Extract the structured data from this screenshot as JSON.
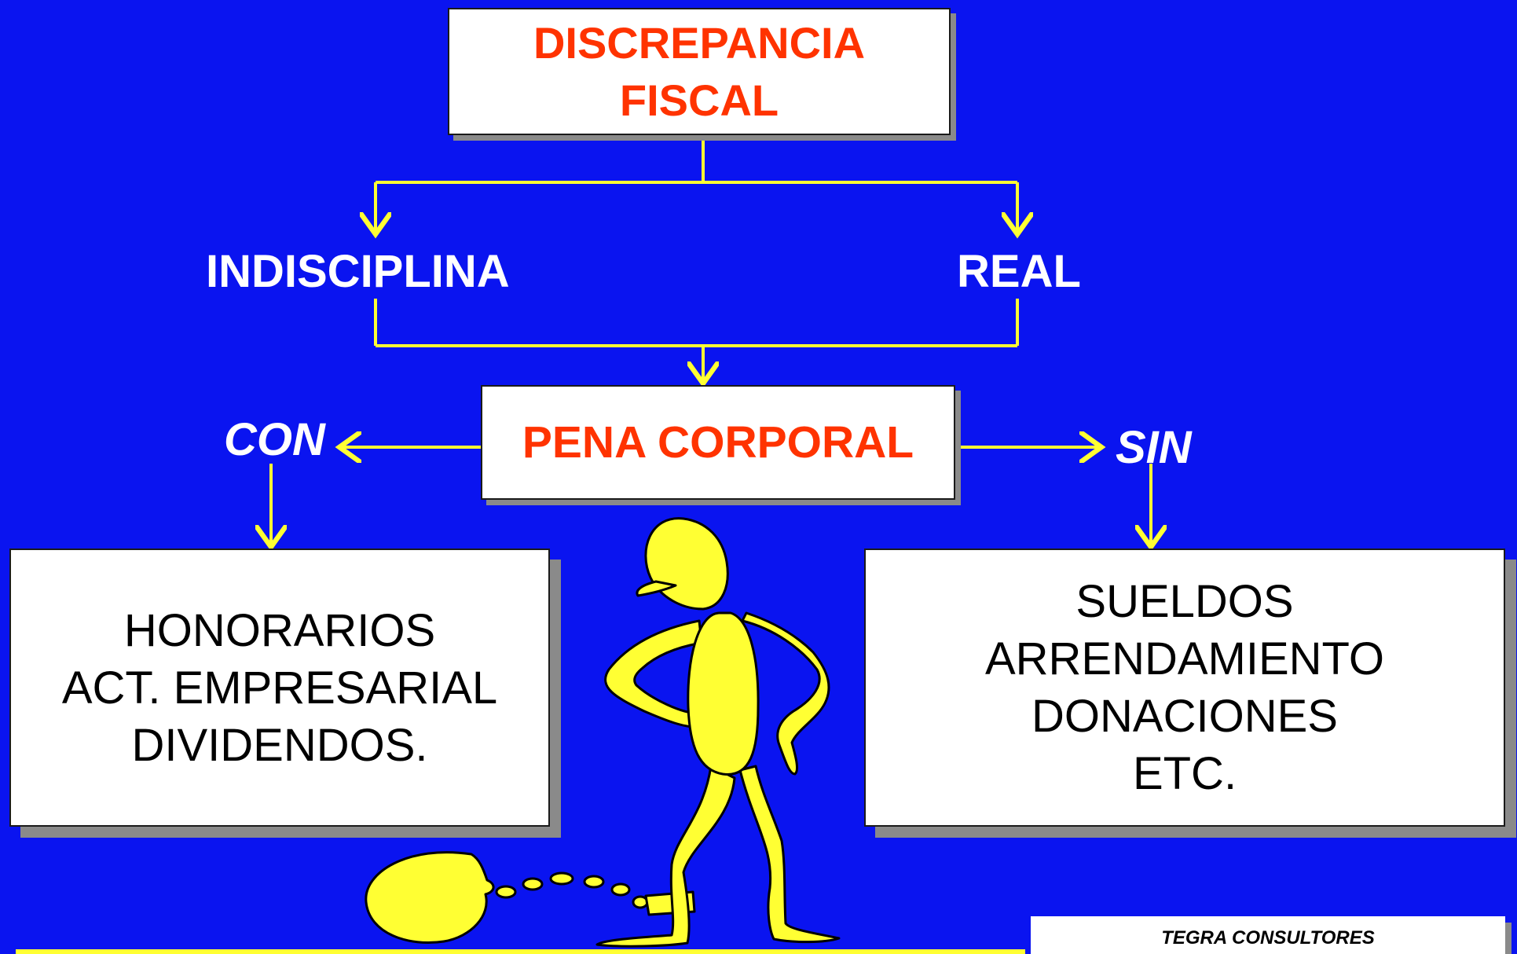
{
  "diagram": {
    "top_box": {
      "line1": "DISCREPANCIA",
      "line2": "FISCAL"
    },
    "branch_left": "INDISCIPLINA",
    "branch_right": "REAL",
    "center_box": "PENA CORPORAL",
    "label_con": "CON",
    "label_sin": "SIN",
    "left_box": [
      "HONORARIOS",
      "ACT. EMPRESARIAL",
      "DIVIDENDOS."
    ],
    "right_box": [
      "SUELDOS",
      "ARRENDAMIENTO",
      "DONACIONES",
      "ETC."
    ],
    "footer_credit": "TEGRA CONSULTORES"
  },
  "colors": {
    "background": "#0a14f0",
    "arrows": "#ffff33",
    "accent_text": "#ff3300",
    "box_fill": "#ffffff",
    "box_shadow": "#8a8a8a"
  },
  "illustration": "prisoner-with-ball-and-chain"
}
